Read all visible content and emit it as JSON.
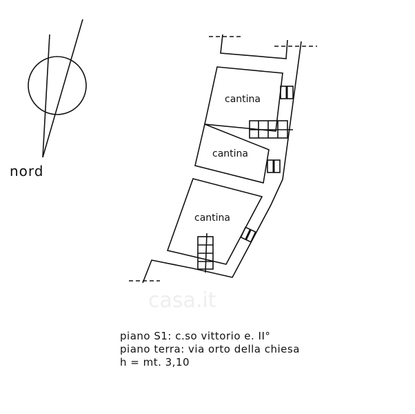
{
  "compass": {
    "label": "nord"
  },
  "rooms": [
    {
      "label": "cantina"
    },
    {
      "label": "cantina"
    },
    {
      "label": "cantina"
    }
  ],
  "notes": [
    "piano S1: c.so vittorio e. II°",
    "piano terra: via orto della chiesa",
    "h = mt. 3,10"
  ],
  "watermark": "casa.it"
}
